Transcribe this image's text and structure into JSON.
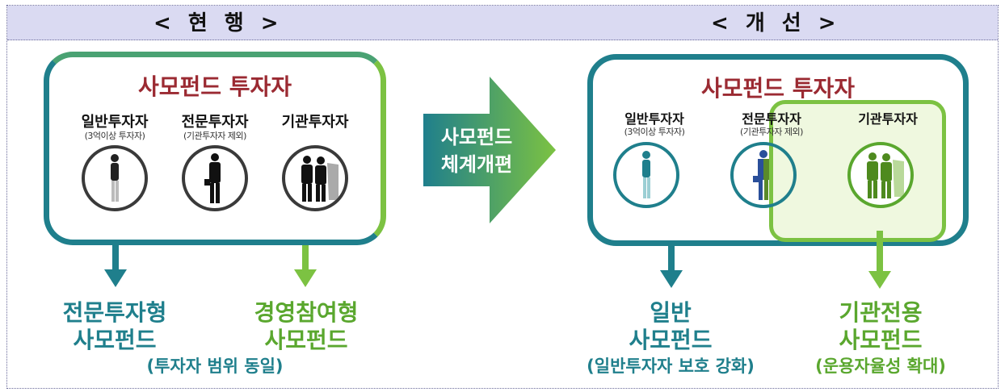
{
  "header": {
    "current": "< 현 행 >",
    "improved": "< 개 선 >"
  },
  "transition": {
    "line1": "사모펀드",
    "line2": "체계개편"
  },
  "current": {
    "title": "사모펀드 투자자",
    "investors": [
      {
        "label": "일반투자자",
        "sub": "(3억이상 투자자)",
        "icon": "casual-person-icon"
      },
      {
        "label": "전문투자자",
        "sub": "(기관투자자 제외)",
        "icon": "businessman-icon"
      },
      {
        "label": "기관투자자",
        "sub": "",
        "icon": "business-group-icon"
      }
    ],
    "outcomes": [
      {
        "line1": "전문투자형",
        "line2": "사모펀드"
      },
      {
        "line1": "경영참여형",
        "line2": "사모펀드"
      }
    ],
    "note": "(투자자 범위 동일)"
  },
  "improved": {
    "title": "사모펀드 투자자",
    "investors": [
      {
        "label": "일반투자자",
        "sub": "(3억이상 투자자)",
        "icon": "casual-person-icon"
      },
      {
        "label": "전문투자자",
        "sub": "(기관투자자 제외)",
        "icon": "businessman-icon"
      },
      {
        "label": "기관투자자",
        "sub": "",
        "icon": "business-group-icon"
      }
    ],
    "outcomes": [
      {
        "line1": "일반",
        "line2": "사모펀드",
        "note": "(일반투자자 보호 강화)"
      },
      {
        "line1": "기관전용",
        "line2": "사모펀드",
        "note": "(운용자율성 확대)"
      }
    ]
  },
  "colors": {
    "teal": "#1f7f8c",
    "green": "#5aa72e",
    "title_red": "#9b2a32",
    "header_bg": "#dadaf2"
  }
}
